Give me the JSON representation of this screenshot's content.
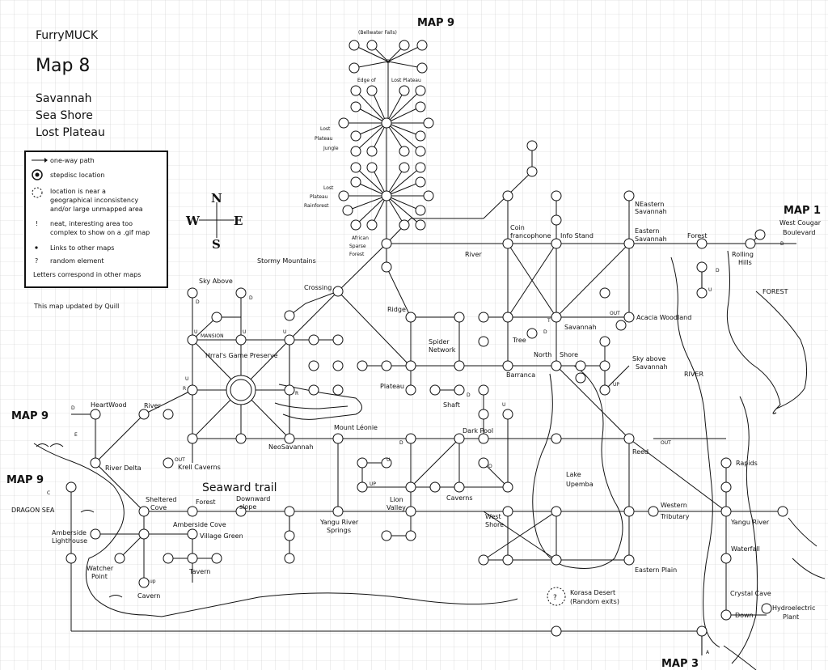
{
  "header": {
    "game": "FurryMUCK",
    "map_name": "Map 8",
    "regions": [
      "Savannah",
      "Sea Shore",
      "Lost Plateau"
    ]
  },
  "legend": {
    "one_way": "one-way path",
    "stepdisc": "stepdisc location",
    "inconsistency": [
      "location is near a",
      "geographical inconsistency",
      "and/or large unmapped area"
    ],
    "interesting": [
      "neat, interesting area too",
      "complex to show on a .gif map"
    ],
    "links": "Links to other maps",
    "random": "random element",
    "letters": "Letters correspond in other maps",
    "bang": "!",
    "dot": "•",
    "question": "?"
  },
  "credit": "This map updated by Quill",
  "compass": {
    "n": "N",
    "s": "S",
    "e": "E",
    "w": "W"
  },
  "map_refs": {
    "top": "MAP 9",
    "right": "MAP 1",
    "left_upper": "MAP 9",
    "left_lower": "MAP 9",
    "bottom": "MAP 3"
  },
  "places": {
    "bellwater": "(Bellwater Falls)",
    "edge_of": "Edge of",
    "lost_plateau_top": "Lost Plateau",
    "lost_plateau_jungle": [
      "Lost",
      "Plateau",
      "Jungle"
    ],
    "lost_plateau_rainforest": [
      "Lost",
      "Plateau",
      "Rainforest"
    ],
    "african_forest": [
      "African",
      "Sparse",
      "Forest"
    ],
    "stormy_mountains": "Stormy Mountains",
    "sky_above": "Sky Above",
    "mansion": "MANSION",
    "hrral": "Hrral's Game Preserve",
    "crossing": "Crossing",
    "ridge": "Ridge",
    "spider": [
      "Spider",
      "Network"
    ],
    "plateau": "Plateau",
    "coin": [
      "Coin",
      "francophone"
    ],
    "info_stand": "Info Stand",
    "neastern": [
      "NEastern",
      "Savannah"
    ],
    "eastern_savannah": [
      "Eastern",
      "Savannah"
    ],
    "forest_e": "Forest",
    "rolling_hills": [
      "Rolling",
      "Hills"
    ],
    "forest_cap": "FOREST",
    "west_cougar": [
      "West Cougar",
      "Boulevard"
    ],
    "river": "River",
    "savannah": "Savannah",
    "tree": "Tree",
    "acacia": "Acacia Woodland",
    "north": "North",
    "shore": "Shore",
    "barranca": "Barranca",
    "sky_above_savannah": [
      "Sky above",
      "Savannah"
    ],
    "river_cap": "RIVER",
    "heartwood": "HeartWood",
    "river_w": "River",
    "krell": "Krell Caverns",
    "neosavannah": "NeoSavannah",
    "mount_leonie": "Mount Léonie",
    "shaft": "Shaft",
    "dark_pool": "Dark Pool",
    "river_delta": "River Delta",
    "dragon_sea": "DRAGON SEA",
    "seaward_trail": "Seaward trail",
    "sheltered_cove": [
      "Sheltered",
      "Cove"
    ],
    "forest_sw": "Forest",
    "downward": [
      "Downward",
      "slope"
    ],
    "amberside_cove": "Amberside Cove",
    "village_green": "Village Green",
    "amberside_lighthouse": [
      "Amberside",
      "Lighthouse"
    ],
    "watcher_point": [
      "Watcher",
      "Point"
    ],
    "tavern": "Tavern",
    "cavern": "Cavern",
    "yangu_springs": [
      "Yangu River",
      "Springs"
    ],
    "lion_valley": [
      "Lion",
      "Valley"
    ],
    "caverns": "Caverns",
    "west_shore": [
      "West",
      "Shore"
    ],
    "lake_upemba": [
      "Lake",
      "Upemba"
    ],
    "reed": "Reed",
    "western": "Western",
    "tributary": "Tributary",
    "rapids": "Rapids",
    "yangu_river": "Yangu River",
    "waterfall": "Waterfall",
    "eastern_plain": "Eastern Plain",
    "korasa": [
      "Korasa Desert",
      "(Random exits)"
    ],
    "crystal_cave": "Crystal Cave",
    "down": "Down",
    "hydro": [
      "Hydroelectric",
      "Plant"
    ]
  },
  "small_marks": {
    "D": "D",
    "U": "U",
    "R": "R",
    "OUT": "OUT",
    "UP": "UP",
    "up": "up",
    "B": "B",
    "A": "A",
    "C": "C",
    "E": "E",
    "T": "T",
    "O": "O",
    "out": "out",
    "q": "?"
  }
}
